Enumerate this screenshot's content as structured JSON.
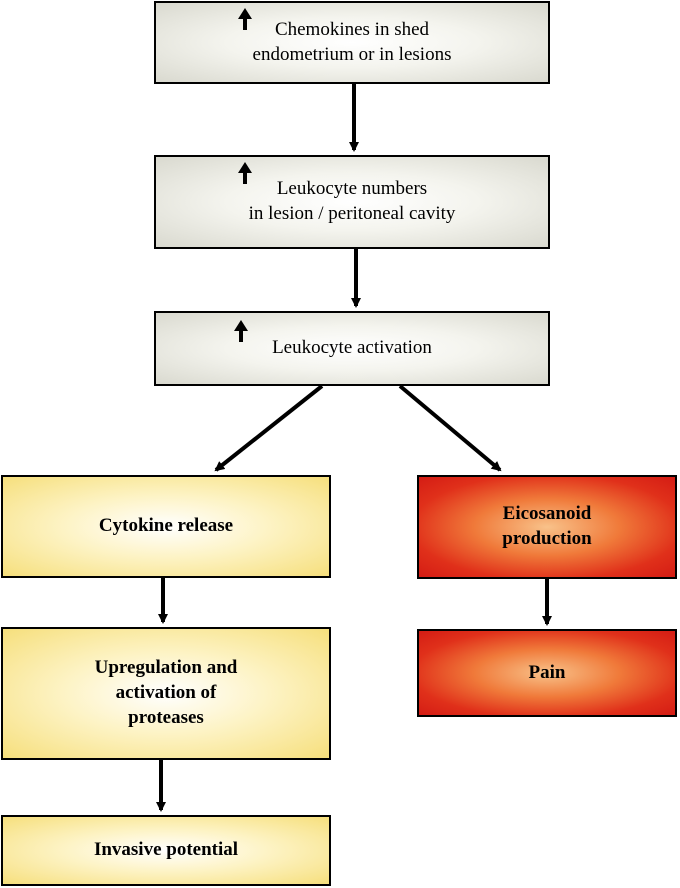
{
  "nodes": {
    "chemokines": "Chemokines in shed\nendometrium or in lesions",
    "leukocyte_numbers": "Leukocyte numbers\nin lesion / peritoneal cavity",
    "leukocyte_activation": "Leukocyte activation",
    "cytokine_release": "Cytokine release",
    "upregulation": "Upregulation and\nactivation of\nproteases",
    "invasive_potential": "Invasive potential",
    "eicosanoid": "Eicosanoid\nproduction",
    "pain": "Pain"
  },
  "colors": {
    "grey_box": "#d9d9cf",
    "yellow_box": "#f6df7c",
    "red_box": "#d41c14"
  },
  "icons": {
    "increase": "up-arrow-icon"
  }
}
